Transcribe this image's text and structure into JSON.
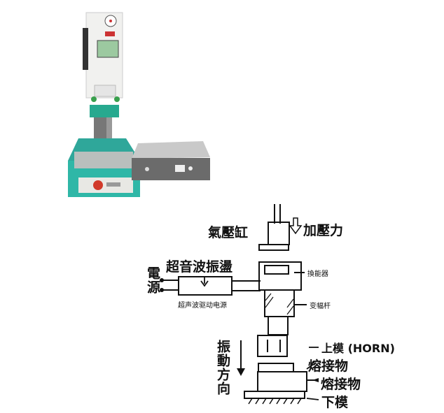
{
  "labels": {
    "cylinder": "氣壓缸",
    "pressure": "加壓力",
    "ultrasonic_osc": "超音波振盪",
    "power": "電源",
    "driver": "超声波驱动电源",
    "transducer": "換能器",
    "booster": "变幅杆",
    "horn": "上模 (HORN)",
    "weld1": "熔接物",
    "weld2": "熔接物",
    "lower_mold": "下模",
    "vibration_dir": "振動方向"
  }
}
